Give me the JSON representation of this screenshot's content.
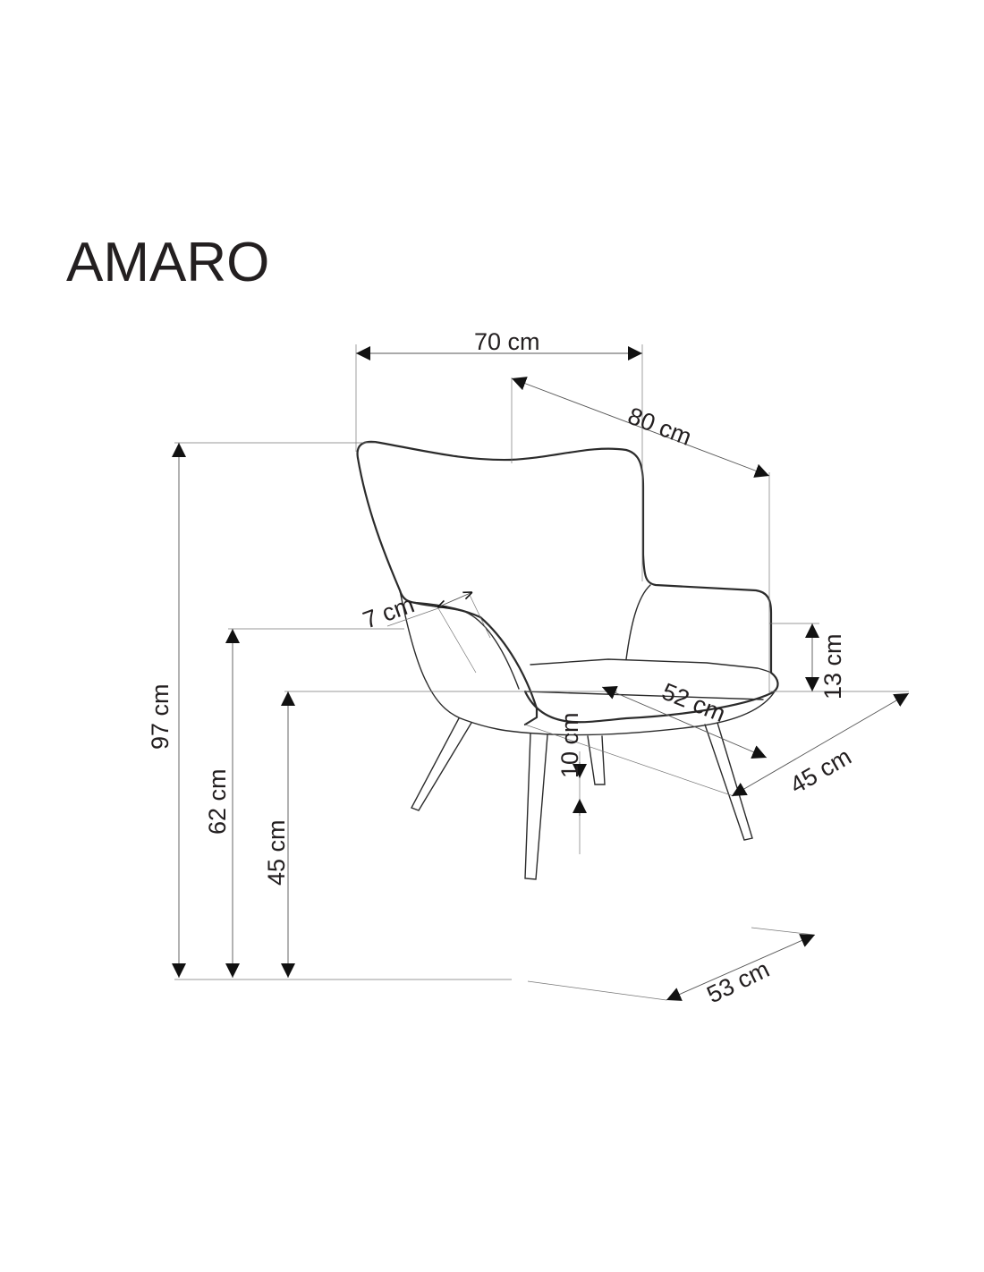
{
  "title": "AMARO",
  "dimensions": {
    "width": "70 cm",
    "depth": "80 cm",
    "total_height": "97 cm",
    "armrest_height": "62 cm",
    "seat_height": "45 cm",
    "armrest_above_seat": "13 cm",
    "seat_depth": "45 cm",
    "seat_width": "52 cm",
    "seat_thickness": "10 cm",
    "armrest_width": "7 cm",
    "leg_spread": "53 cm"
  }
}
